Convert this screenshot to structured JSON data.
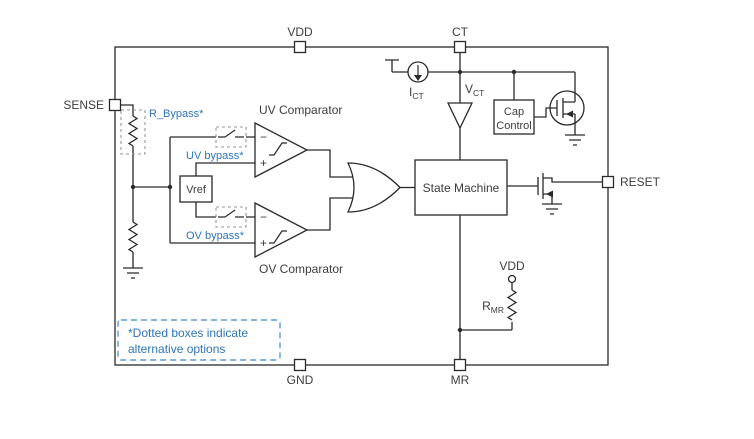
{
  "pins": {
    "vdd": "VDD",
    "ct": "CT",
    "sense": "SENSE",
    "reset": "RESET",
    "gnd": "GND",
    "mr": "MR"
  },
  "blocks": {
    "uv_comparator": "UV Comparator",
    "ov_comparator": "OV Comparator",
    "state_machine": "State Machine",
    "vref": "Vref",
    "cap_control": {
      "line1": "Cap",
      "line2": "Control"
    }
  },
  "signals": {
    "i_ct": {
      "base": "I",
      "sub": "CT"
    },
    "v_ct": {
      "base": "V",
      "sub": "CT"
    },
    "r_mr": {
      "base": "R",
      "sub": "MR"
    },
    "vdd_internal": "VDD",
    "minus": "−",
    "plus": "+"
  },
  "alternatives": {
    "r_bypass": "R_Bypass*",
    "uv_bypass": "UV bypass*",
    "ov_bypass": "OV bypass*"
  },
  "note": {
    "line1": "*Dotted boxes indicate",
    "line2": "alternative options"
  },
  "colors": {
    "line": "#2a2a2a",
    "text": "#3d3d3d",
    "blue_text": "#2E74B5",
    "note_border": "#5B9BD5",
    "dashed_box": "#8f979e",
    "background": "#ffffff"
  }
}
